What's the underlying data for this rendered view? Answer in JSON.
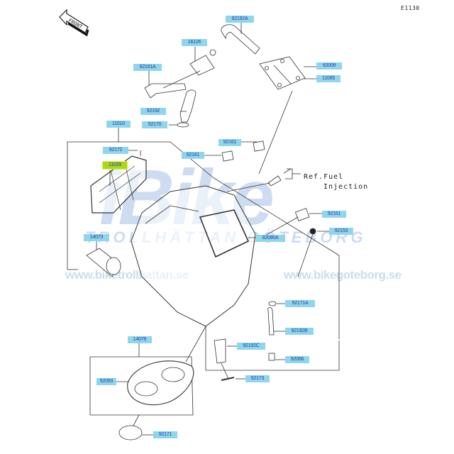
{
  "diagram": {
    "code": "E1130",
    "front_label": "FRONT",
    "ref_line1": "Ref.Fuel",
    "ref_line2": "Injection",
    "accent_color": "#8fd6ec",
    "highlight_color": "#a8d81c",
    "text_color": "#1c3fa8"
  },
  "watermark": {
    "logo": "iBike",
    "tagline": "TROLLHÄTTAN GÖTEBORG",
    "url_left": "www.biketrollhattan.se",
    "url_right": "www.bikegoteborg.se"
  },
  "parts": [
    {
      "id": "p92192A",
      "label": "92192A"
    },
    {
      "id": "p16126",
      "label": "16126"
    },
    {
      "id": "p92161A",
      "label": "92161A"
    },
    {
      "id": "p92009",
      "label": "92009"
    },
    {
      "id": "p11065",
      "label": "11065"
    },
    {
      "id": "p92192",
      "label": "92192"
    },
    {
      "id": "p92170",
      "label": "92170"
    },
    {
      "id": "p11010",
      "label": "11010"
    },
    {
      "id": "p92172",
      "label": "92172"
    },
    {
      "id": "p11029",
      "label": "11029",
      "highlighted": true
    },
    {
      "id": "p92161a",
      "label": "92161"
    },
    {
      "id": "p92161b",
      "label": "92161"
    },
    {
      "id": "p92161c",
      "label": "92161"
    },
    {
      "id": "p92153",
      "label": "92153"
    },
    {
      "id": "p92090A",
      "label": "92090A"
    },
    {
      "id": "p14073",
      "label": "14073"
    },
    {
      "id": "p92171A",
      "label": "92171A"
    },
    {
      "id": "p92192B",
      "label": "92192B"
    },
    {
      "id": "p92192C",
      "label": "92192C"
    },
    {
      "id": "p92066",
      "label": "92066"
    },
    {
      "id": "p14079",
      "label": "14079"
    },
    {
      "id": "p92093",
      "label": "92093"
    },
    {
      "id": "p92173",
      "label": "92173"
    },
    {
      "id": "p92171",
      "label": "92171"
    }
  ]
}
